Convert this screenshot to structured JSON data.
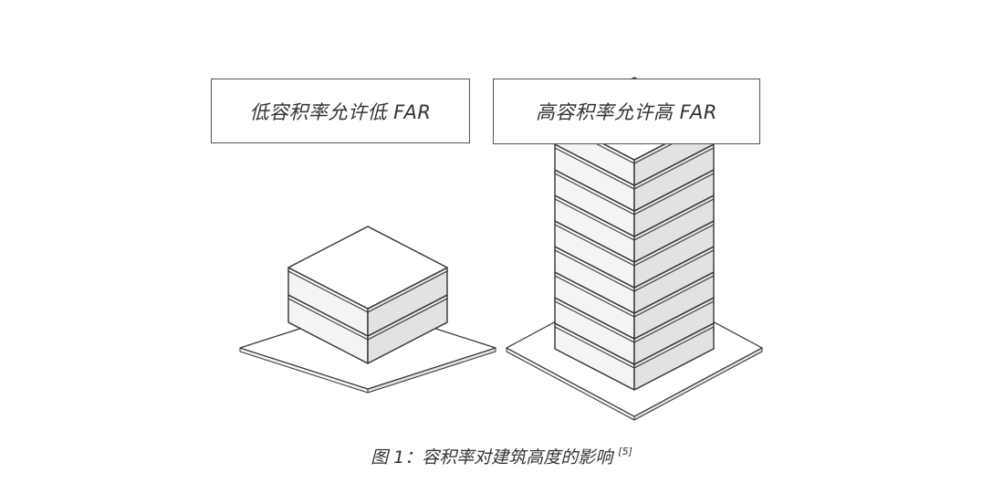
{
  "labels": {
    "low": "低容积率允许低 FAR",
    "high": "高容积率允许高 FAR"
  },
  "caption": {
    "text": "图 1：容积率对建筑高度的影响",
    "reference": "[5]"
  },
  "buildings": {
    "low": {
      "floors": 2
    },
    "high": {
      "floors": 9
    }
  },
  "colors": {
    "stroke": "#333333",
    "top": "#ffffff",
    "left_face": "#f4f4f4",
    "right_face": "#e2e2e2",
    "plot": "#ffffff"
  }
}
